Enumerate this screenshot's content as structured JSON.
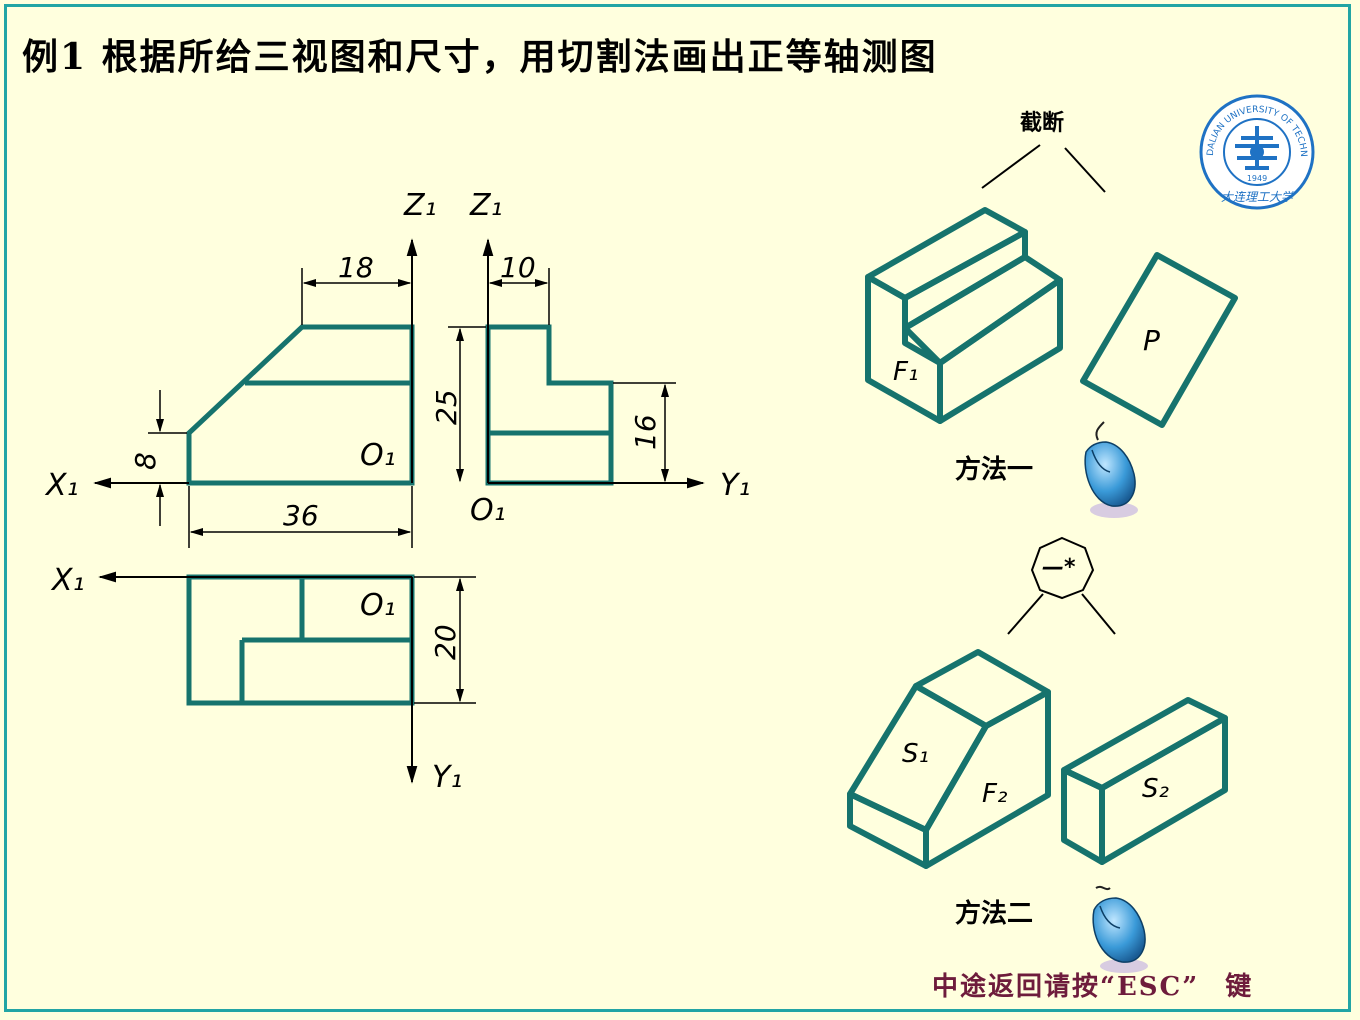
{
  "title": "例1  根据所给三视图和尺寸，用切割法画出正等轴测图",
  "footer": {
    "text": "中途返回请按“ESC”",
    "key": "键"
  },
  "views": {
    "front": {
      "axis_z": "Z₁",
      "axis_x": "X₁",
      "origin": "O₁",
      "dim_top": "18",
      "dim_left": "8",
      "dim_bottom": "36"
    },
    "side": {
      "axis_z": "Z₁",
      "axis_y": "Y₁",
      "origin": "O₁",
      "dim_top": "10",
      "dim_height": "25",
      "dim_right": "16"
    },
    "top": {
      "axis_x": "X₁",
      "axis_y": "Y₁",
      "origin": "O₁",
      "dim_right": "20"
    }
  },
  "method1": {
    "label": "方法一",
    "cut_label": "截断",
    "face_label": "F₁",
    "plane_label": "P"
  },
  "method2": {
    "label": "方法二",
    "op_label": "—*",
    "face1": "S₁",
    "face2": "F₂",
    "face3": "S₂"
  },
  "logo": {
    "text": "DALIAN UNIVERSITY OF TECHNOLOGY",
    "year": "1949",
    "cn": "大连理工大学"
  },
  "colors": {
    "line": "#16736d",
    "frame": "#22a5a5",
    "background": "#ffffde",
    "footer": "#6e1c3c",
    "mouse": "#2d8fd0"
  }
}
